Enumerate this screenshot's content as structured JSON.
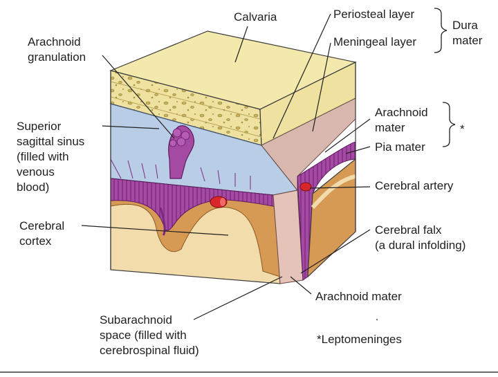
{
  "labels": {
    "calvaria": "Calvaria",
    "periosteal_layer": "Periosteal layer",
    "meningeal_layer": "Meningeal layer",
    "dura_mater": "Dura\nmater",
    "arachnoid_granulation": "Arachnoid\ngranulation",
    "superior_sagittal_sinus": "Superior\nsagittal sinus\n(filled with\nvenous\nblood)",
    "arachnoid_mater_right": "Arachnoid\nmater",
    "asterisk": "*",
    "pia_mater": "Pia mater",
    "cerebral_artery": "Cerebral artery",
    "cerebral_cortex": "Cerebral\ncortex",
    "cerebral_falx": "Cerebral falx\n(a dural infolding)",
    "arachnoid_mater_bottom": "Arachnoid mater",
    "subarachnoid_space": "Subarachnoid\nspace (filled with\ncerebrospinal fluid)",
    "leptomeninges_note": "*Leptomeninges"
  },
  "colors": {
    "bone": "#f1e6a6",
    "bone_dark": "#d9c979",
    "sinus": "#b9cde6",
    "dura": "#e6c3b8",
    "arachnoid": "#9c3d9a",
    "brain": "#d79a55",
    "brain_light": "#f3dcab",
    "artery": "#d9262b"
  }
}
